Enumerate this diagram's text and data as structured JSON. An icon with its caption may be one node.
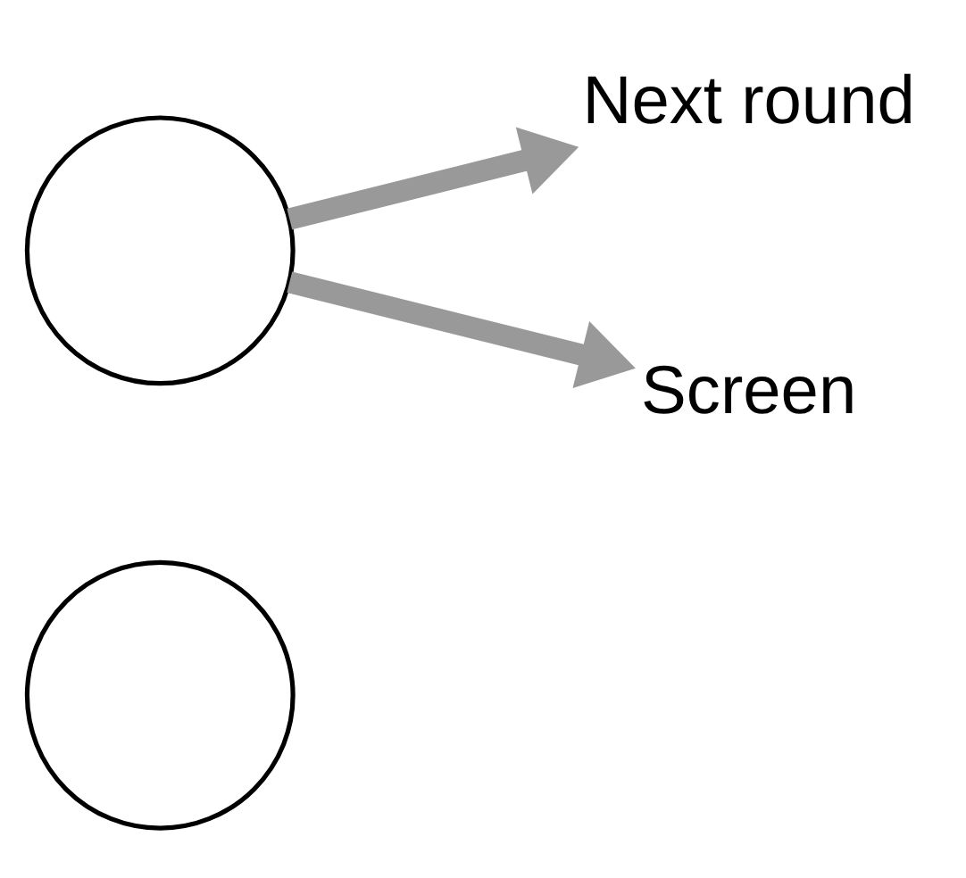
{
  "diagram": {
    "nodes": [
      {
        "text": [],
        "shape": "circle"
      },
      {
        "text": [],
        "shape": "circle"
      },
      {
        "text": [
          "Next round"
        ]
      },
      {
        "text": [
          "Screen"
        ]
      }
    ],
    "edges": [
      {
        "from": 0,
        "to": 2,
        "arrow": "to"
      },
      {
        "from": 0,
        "to": 3,
        "arrow": "to"
      }
    ]
  }
}
